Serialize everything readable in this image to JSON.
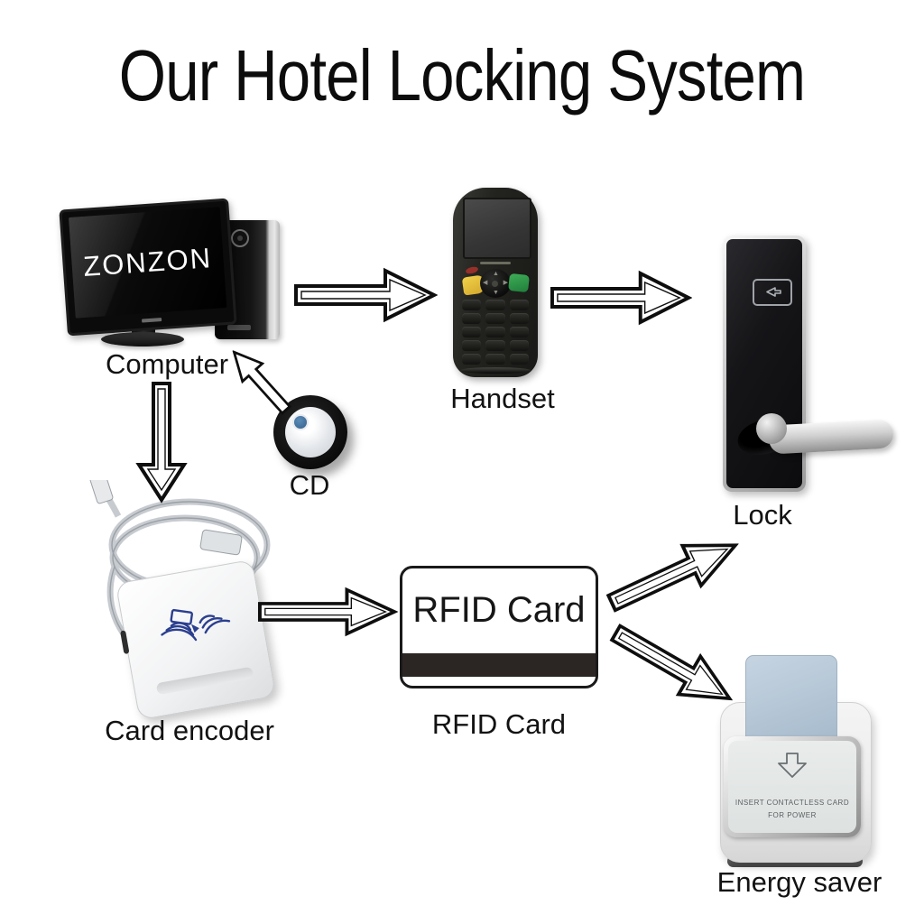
{
  "title": "Our Hotel Locking System",
  "nodes": {
    "computer": {
      "label": "Computer",
      "monitor_brand": "ZONZON"
    },
    "handset": {
      "label": "Handset"
    },
    "lock": {
      "label": "Lock"
    },
    "cd": {
      "label": "CD"
    },
    "card_encoder": {
      "label": "Card encoder"
    },
    "rfid_card": {
      "label": "RFID Card",
      "card_text": "RFID Card"
    },
    "energy_saver": {
      "label": "Energy saver",
      "plate_line1": "INSERT CONTACTLESS CARD",
      "plate_line2": "FOR POWER"
    }
  },
  "flows": [
    "computer -> handset",
    "handset -> lock",
    "cd -> computer",
    "computer -> card encoder",
    "card encoder -> rfid card",
    "rfid card -> lock",
    "rfid card -> energy saver"
  ],
  "colors": {
    "background": "#ffffff",
    "text": "#121212",
    "monitor_black": "#0b0b0b",
    "rfid_stripe": "#2b2624",
    "saver_card_blue": "#b2c4d4",
    "encoder_logo_blue": "#2b3f8f",
    "handset_green": "#2f9e4f",
    "handset_yellow": "#e0bc3a",
    "handset_red": "#963029",
    "chrome": "#cfcfcf"
  }
}
